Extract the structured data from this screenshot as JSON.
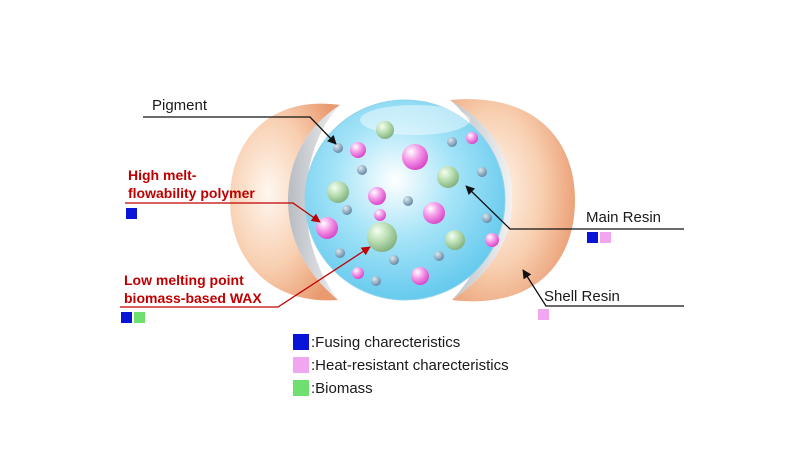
{
  "colors": {
    "fusing": "#0a14d6",
    "heat": "#f2a6f0",
    "biomass": "#6fe06f",
    "pigment": "#7a9cb4",
    "polymer": "#e85cd8",
    "wax": "#98c898",
    "core": "#7fd6f2",
    "shell": "#f3b892"
  },
  "labels": {
    "pigment": "Pigment",
    "polymer_line1": "High melt-",
    "polymer_line2": "flowability polymer",
    "wax_line1": "Low melting point",
    "wax_line2": "biomass-based WAX",
    "main_resin": "Main Resin",
    "shell_resin": "Shell Resin"
  },
  "legend": [
    {
      "swatch": "fusing",
      "text": ":Fusing charecteristics"
    },
    {
      "swatch": "heat",
      "text": ":Heat-resistant charecteristics"
    },
    {
      "swatch": "biomass",
      "text": ":Biomass"
    }
  ],
  "properties": {
    "polymer": [
      "fusing"
    ],
    "wax": [
      "fusing",
      "biomass"
    ],
    "main_resin": [
      "fusing",
      "heat"
    ],
    "shell_resin": [
      "heat"
    ]
  },
  "icons": {
    "particle": "toner-particle-icon"
  }
}
